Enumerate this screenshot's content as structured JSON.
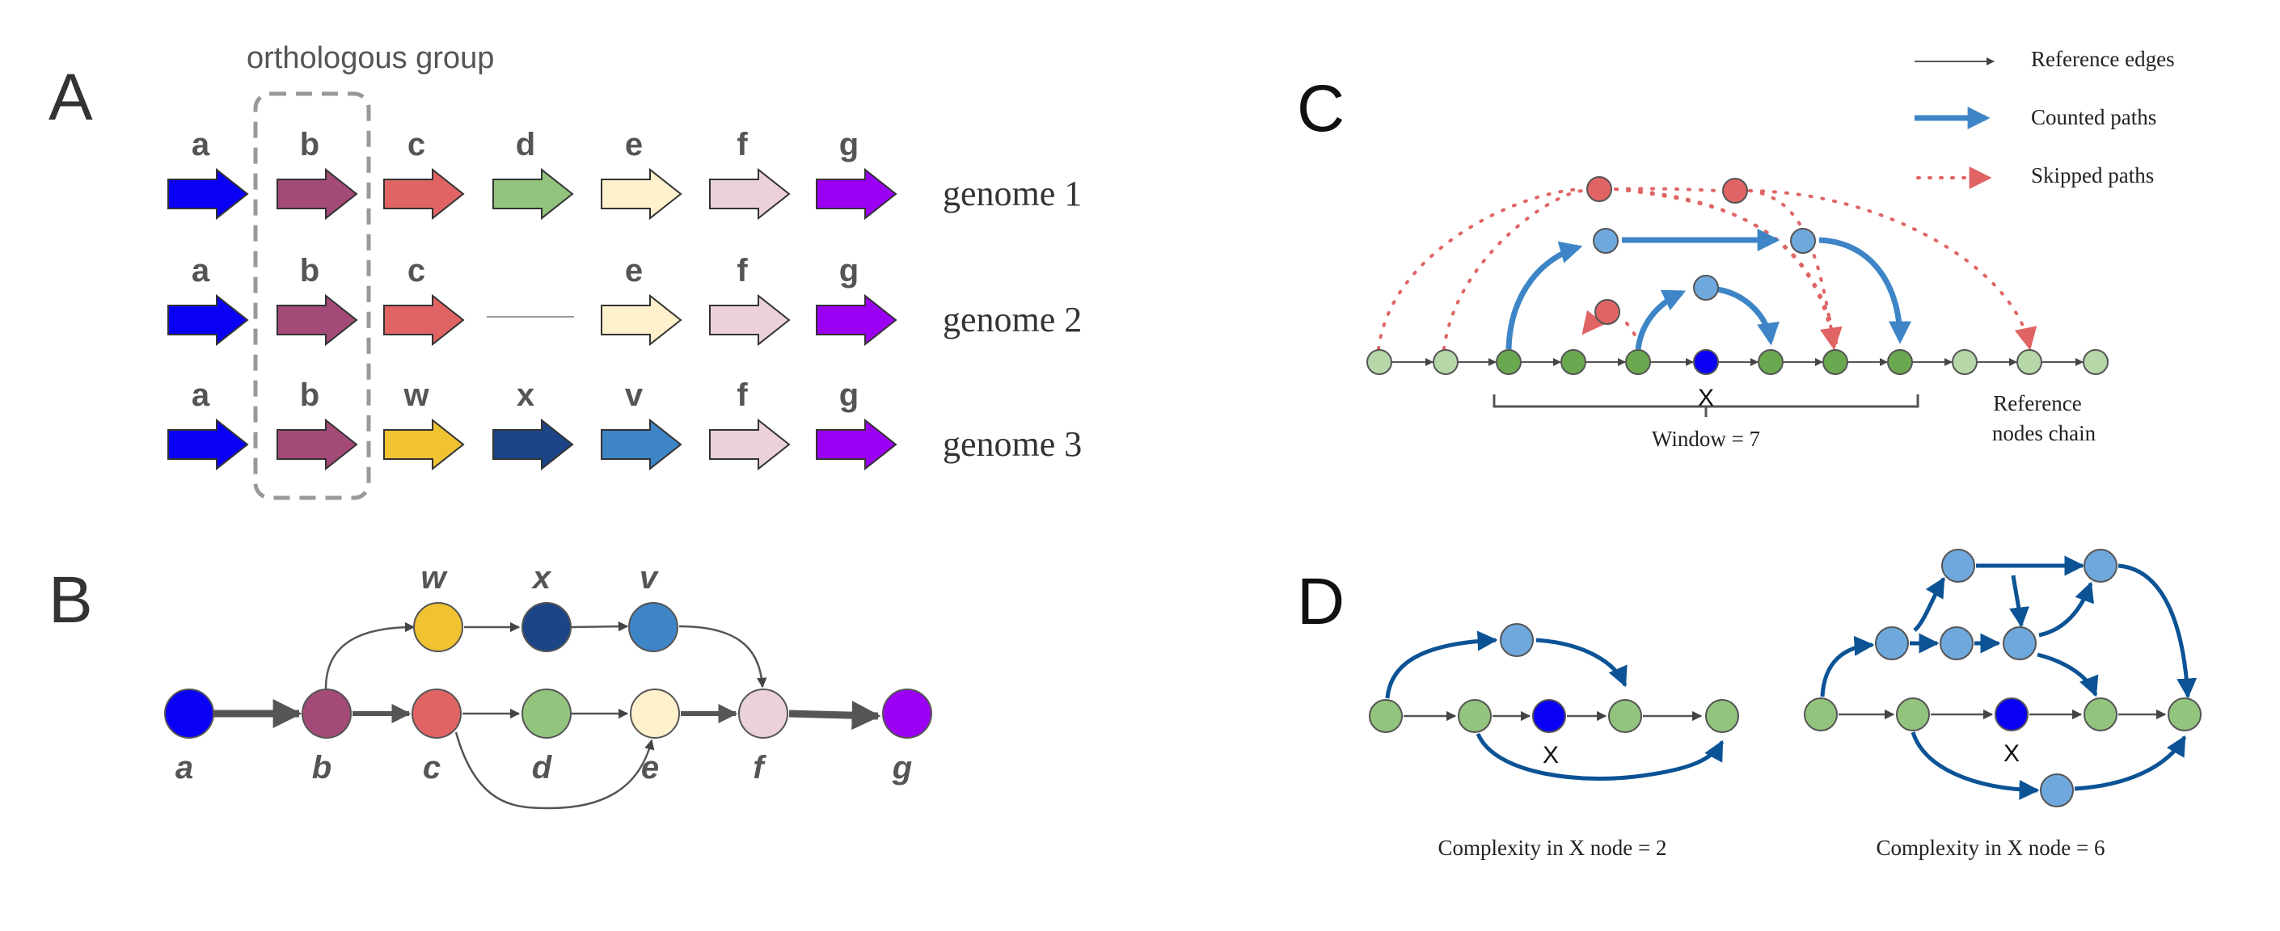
{
  "panel_labels": {
    "A": "A",
    "B": "B",
    "C": "C",
    "D": "D"
  },
  "colors": {
    "a": "#0a00f5",
    "b": "#a34a78",
    "c": "#e06464",
    "d": "#92c47e",
    "e": "#fff1cc",
    "f": "#ead1dc",
    "g": "#9b00f5",
    "w": "#f1c232",
    "x": "#1c4587",
    "v": "#3d85c6",
    "ref_green": "#6aa84f",
    "light_green": "#b6d7a8",
    "path_blue": "#3d85c6",
    "node_blue": "#6fa8dc",
    "skip_red": "#e06464",
    "dark_blue": "#0b5394"
  },
  "panel_a": {
    "group_label": "orthologous group",
    "genomes": [
      {
        "label": "genome 1",
        "genes": [
          "a",
          "b",
          "c",
          "d",
          "e",
          "f",
          "g"
        ]
      },
      {
        "label": "genome 2",
        "genes": [
          "a",
          "b",
          "c",
          "",
          "e",
          "f",
          "g"
        ]
      },
      {
        "label": "genome 3",
        "genes": [
          "a",
          "b",
          "w",
          "x",
          "v",
          "f",
          "g"
        ]
      }
    ]
  },
  "panel_b": {
    "nodes": [
      "a",
      "b",
      "c",
      "d",
      "e",
      "f",
      "g",
      "w",
      "x",
      "v"
    ]
  },
  "panel_c": {
    "legend": {
      "reference": "Reference edges",
      "counted": "Counted paths",
      "skipped": "Skipped paths"
    },
    "x_label": "X",
    "window_label": "Window = 7",
    "chain_label_1": "Reference",
    "chain_label_2": "nodes chain"
  },
  "panel_d": {
    "x_label_left": "X",
    "x_label_right": "X",
    "caption_left": "Complexity in X node = 2",
    "caption_right": "Complexity in X node = 6"
  }
}
